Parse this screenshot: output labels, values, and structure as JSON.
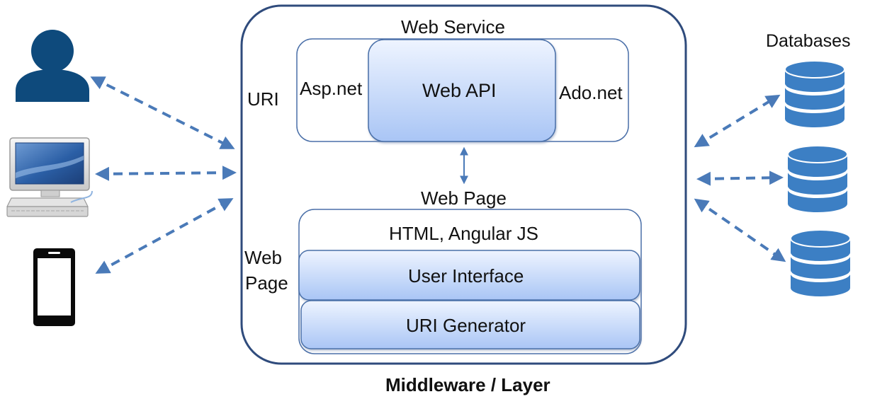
{
  "diagram": {
    "middleware_caption": "Middleware / Layer",
    "web_service": {
      "title": "Web Service",
      "uri_label": "URI",
      "left_label": "Asp.net",
      "center_label": "Web API",
      "right_label": "Ado.net"
    },
    "web_page": {
      "title": "Web Page",
      "side_label_line1": "Web",
      "side_label_line2": "Page",
      "tech_label": "HTML, Angular JS",
      "layers": [
        "User Interface",
        "URI Generator"
      ]
    },
    "databases": {
      "title": "Databases",
      "count": 3
    },
    "clients": [
      "user-icon",
      "desktop-computer-icon",
      "mobile-phone-icon"
    ],
    "colors": {
      "frame_stroke": "#2f4b7c",
      "inner_stroke": "#4a6fa8",
      "arrow": "#4a7ab8",
      "gradient_top": "#eef4ff",
      "gradient_bottom": "#a9c5f5",
      "database": "#3c7fc4",
      "user_icon": "#0e4a7c"
    }
  }
}
